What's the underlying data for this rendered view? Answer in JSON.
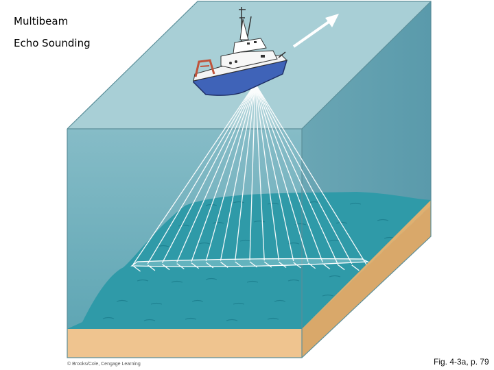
{
  "slide": {
    "title_line1": "Multibeam",
    "title_line2": "Echo Sounding",
    "credit": "© Brooks/Cole, Cengage Learning",
    "figure_ref": "Fig. 4-3a, p. 79"
  },
  "illustration": {
    "subject": "survey ship emitting fan of sonar beams onto sea floor inside water block",
    "beam_count": 17,
    "colors": {
      "water_top": "#a3cbd3",
      "water_front": "#7fb6c2",
      "water_side": "#6aa6b4",
      "seafloor_water": "#2f9aa8",
      "sand": "#efc48f",
      "sand_side": "#d9a86a",
      "ship_hull": "#3f63b8",
      "beam": "#ffffff"
    }
  }
}
